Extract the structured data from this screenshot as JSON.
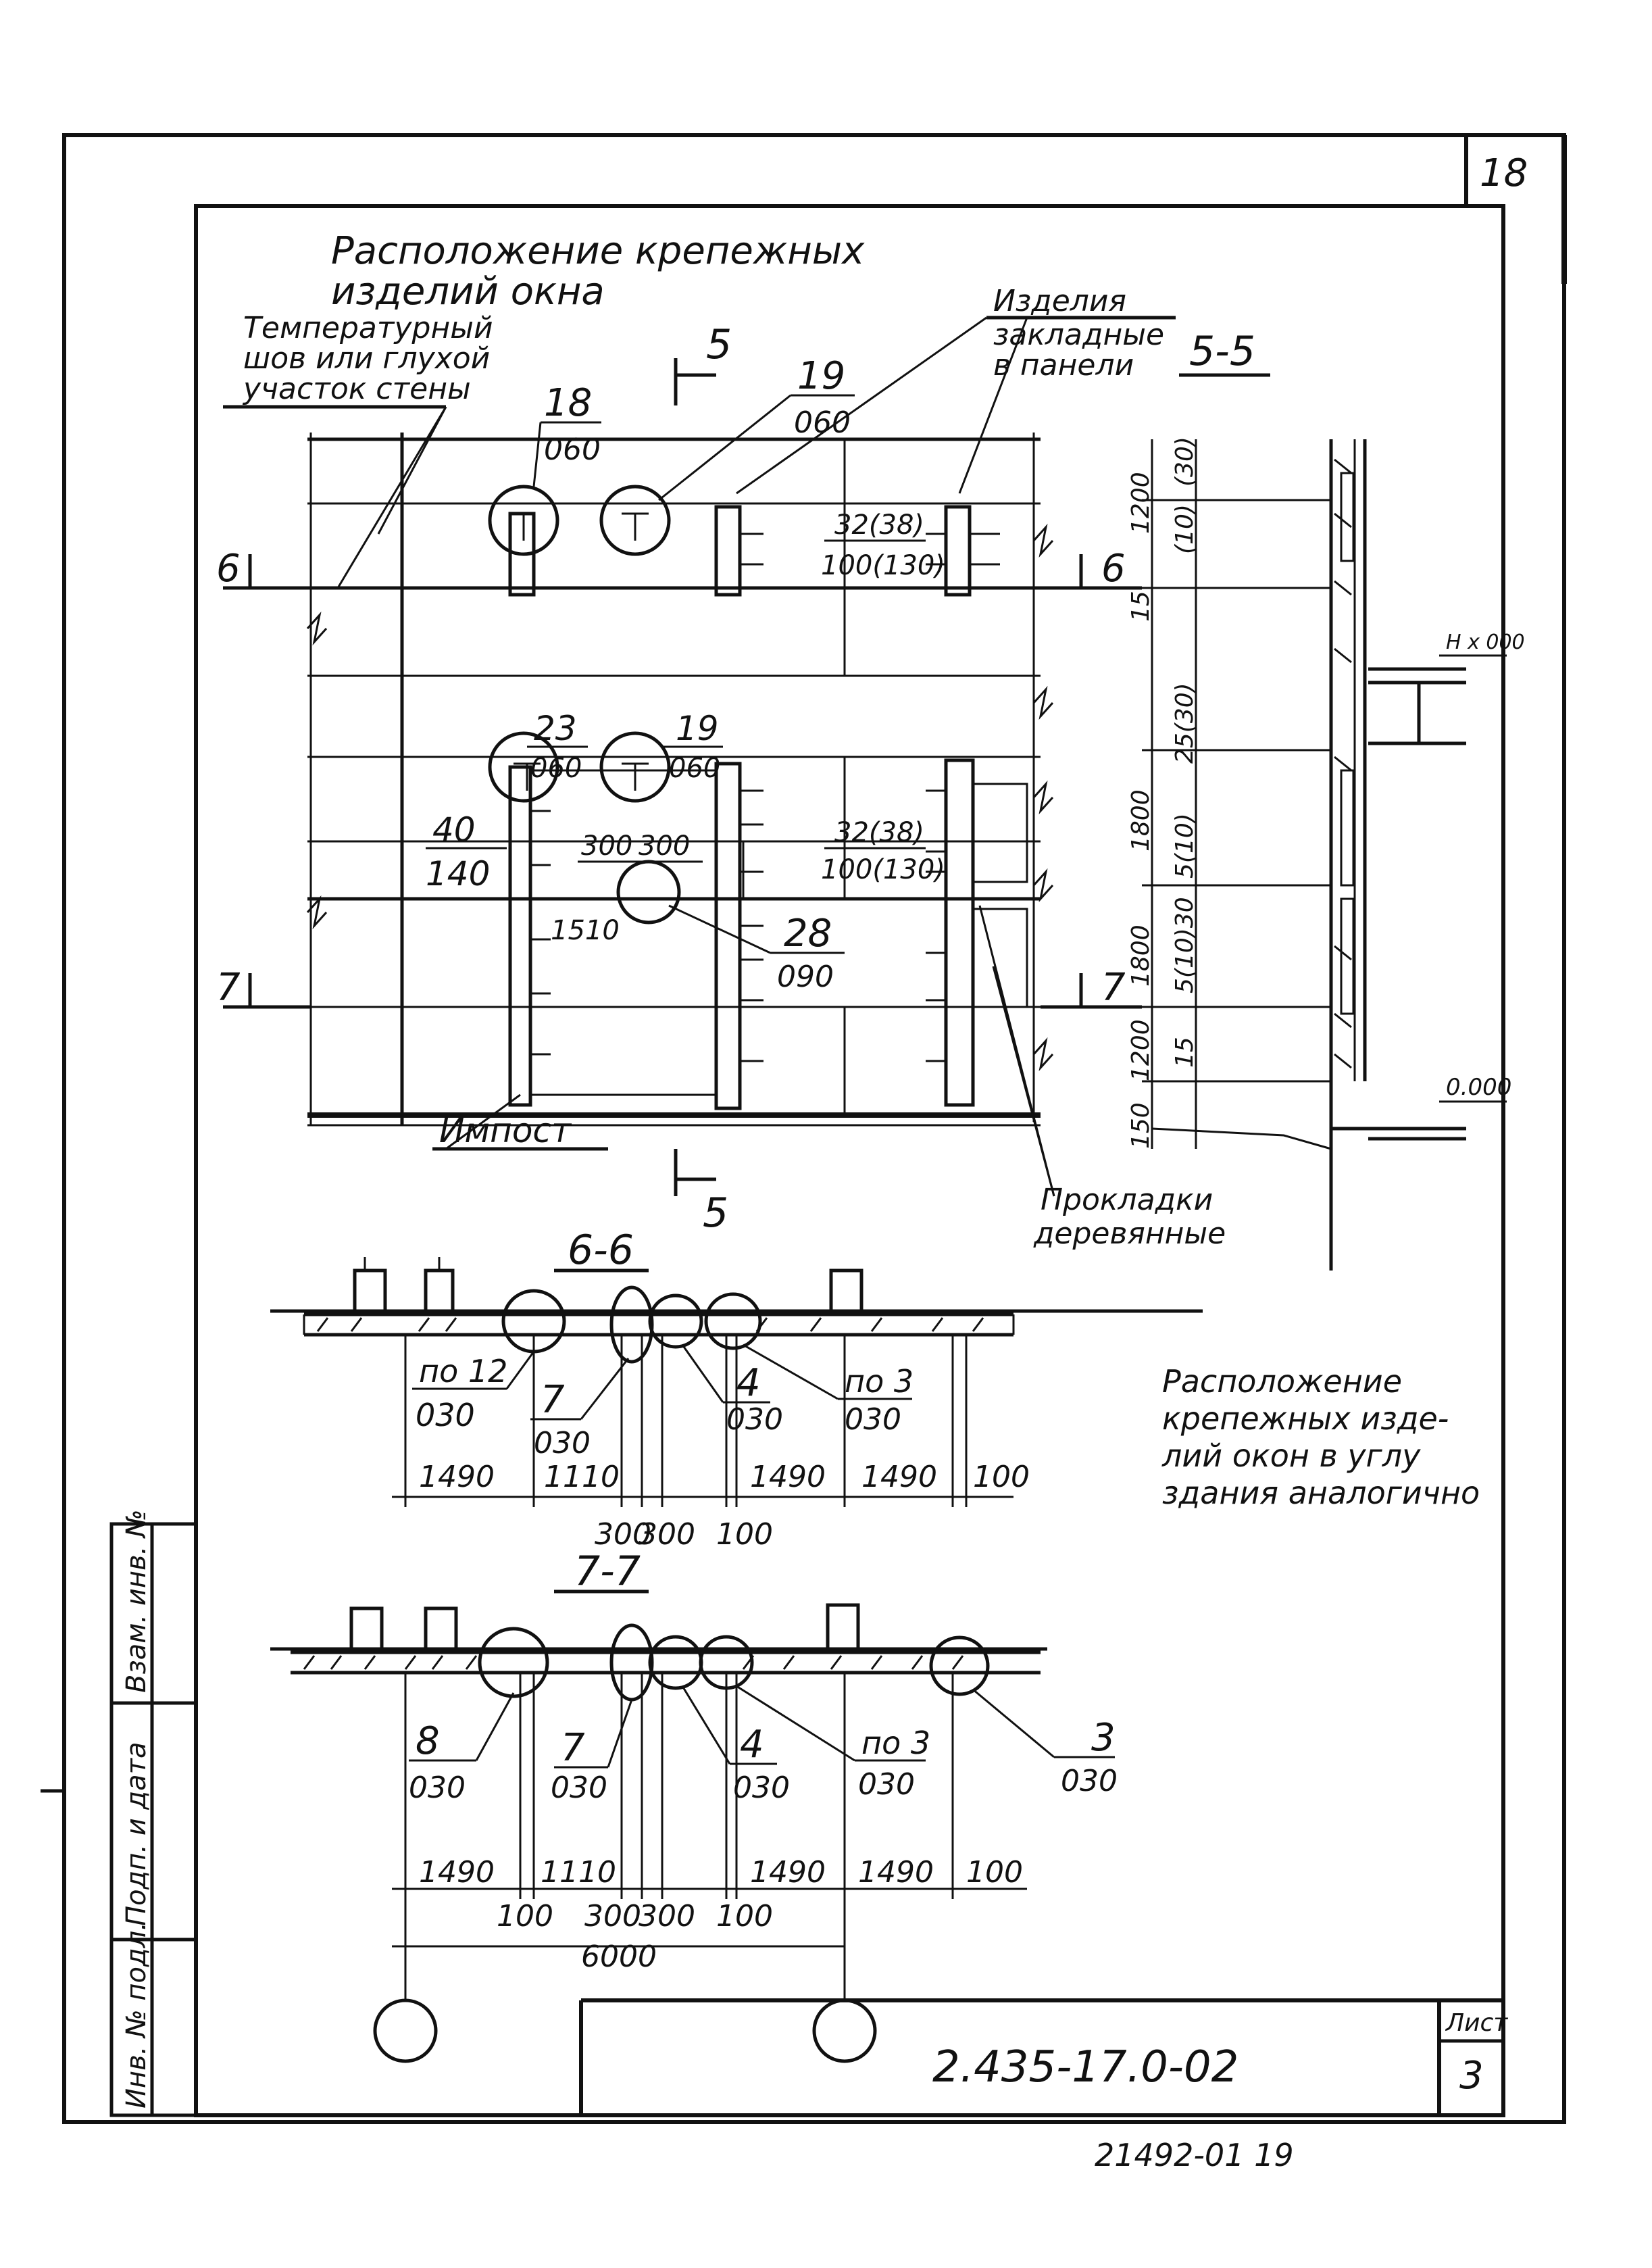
{
  "sheet_number_top": "18",
  "title": {
    "line1": "Расположение крепежных",
    "line2": "изделий окна"
  },
  "notes": {
    "temp_joint": [
      "Температурный",
      "шов или глухой",
      "участок стены"
    ],
    "embedded": [
      "Изделия",
      "закладные",
      "в панели"
    ],
    "mullion": "Импост",
    "pads": [
      "Прокладки",
      "деревянные"
    ],
    "corner_note": [
      "Расположение",
      "крепежных изде-",
      "лий окон в углу",
      "здания аналогично"
    ]
  },
  "elevation": {
    "section_5": "5",
    "section_6": "6",
    "section_7": "7",
    "callouts": [
      {
        "num": "18",
        "den": "060"
      },
      {
        "num": "19",
        "den": "060"
      },
      {
        "num": "23",
        "den": "060"
      },
      {
        "num": "19",
        "den": "060"
      },
      {
        "num": "28",
        "den": "090"
      },
      {
        "num": "40",
        "den": "140"
      }
    ],
    "dim_32": "32(38)",
    "dim_100": "100(130)",
    "dim_32b": "32(38)",
    "dim_100b": "100(130)",
    "dim_300a": "300",
    "dim_300b": "300",
    "dim_1510": "1510"
  },
  "section_55": {
    "label": "5-5",
    "dims": [
      "1200",
      "(30)",
      "(10)",
      "15",
      "25(30)",
      "1800",
      "5(10)",
      "1800",
      "5(10)30",
      "15",
      "1200",
      "150"
    ],
    "mark_top": "Н х 000",
    "mark_bottom": "0.000"
  },
  "section_66": {
    "label": "6-6",
    "callouts": [
      {
        "num": "по 12",
        "den": "030"
      },
      {
        "num": "7",
        "den": "030"
      },
      {
        "num": "4",
        "den": "030"
      },
      {
        "num": "по 3",
        "den": "030"
      }
    ],
    "dims": [
      "1490",
      "1110",
      "300",
      "300",
      "100",
      "1490",
      "1490",
      "100"
    ]
  },
  "section_77": {
    "label": "7-7",
    "callouts": [
      {
        "num": "8",
        "den": "030"
      },
      {
        "num": "7",
        "den": "030"
      },
      {
        "num": "4",
        "den": "030"
      },
      {
        "num": "по 3",
        "den": "030"
      },
      {
        "num": "3",
        "den": "030"
      }
    ],
    "dims": [
      "1490",
      "1110",
      "100",
      "300",
      "300",
      "100",
      "1490",
      "1490",
      "100"
    ],
    "total": "6000"
  },
  "side_stamp": [
    "Инв. № подл.",
    "Подп. и дата",
    "Взам. инв. №"
  ],
  "title_block": {
    "code": "2.435-17.0-02",
    "sheet_label": "Лист",
    "sheet_no": "3"
  },
  "bottom_code": "21492-01   19"
}
